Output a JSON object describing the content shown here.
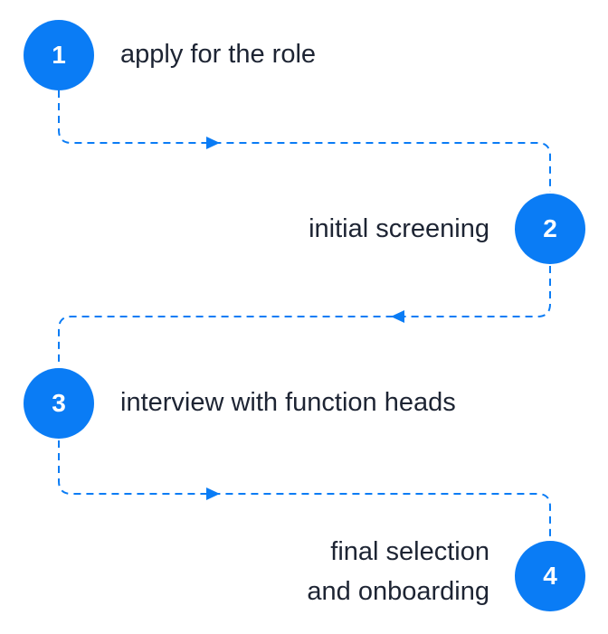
{
  "colors": {
    "accent": "#0a7cf5",
    "text": "#1d2433",
    "background": "#ffffff"
  },
  "steps": [
    {
      "number": "1",
      "label": "apply for the role"
    },
    {
      "number": "2",
      "label": "initial screening"
    },
    {
      "number": "3",
      "label": "interview with function heads"
    },
    {
      "number": "4",
      "label_line1": "final selection",
      "label_line2": "and onboarding"
    }
  ]
}
